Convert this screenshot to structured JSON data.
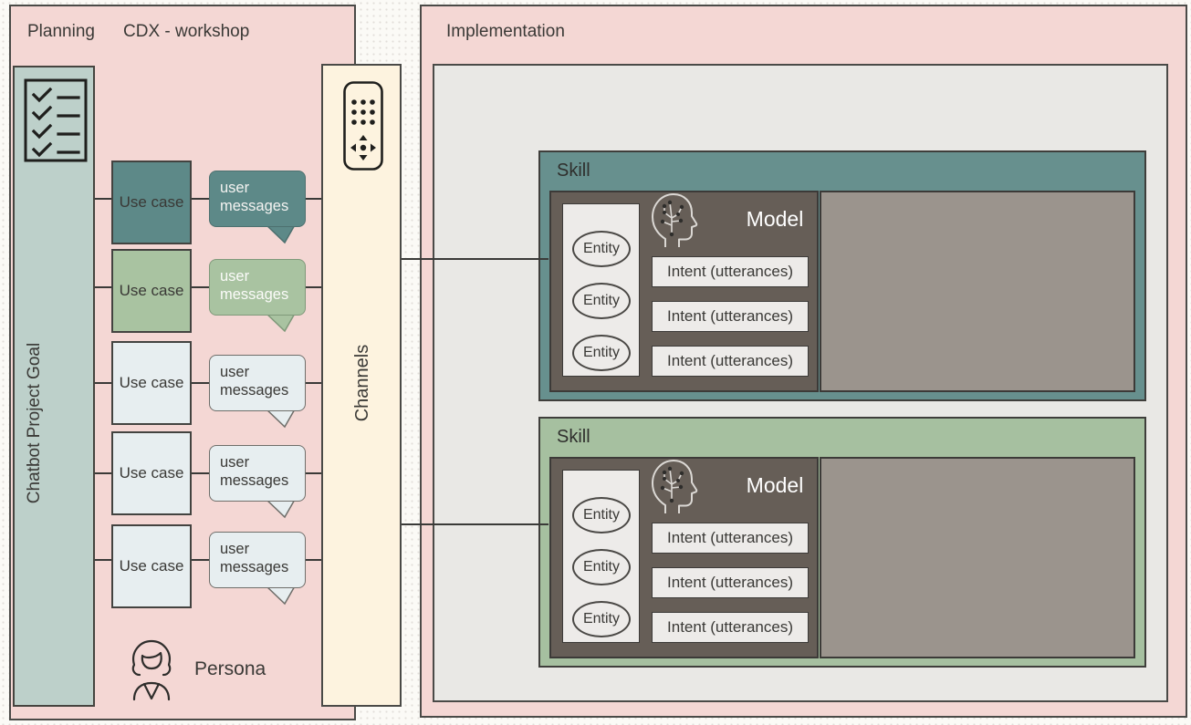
{
  "palette": {
    "page_bg": "#fbfaf6",
    "panel_pink": "#f4d7d4",
    "inner_gray": "#e9e8e5",
    "goal_bar_green": "#bdd0ca",
    "channels_cream": "#fdf3df",
    "teal": "#5d8988",
    "sage_green": "#a9c3a1",
    "light_box": "#e7eef0",
    "model_brown": "#665e57",
    "slot_gray_brown": "#9b948d",
    "entity_fill": "#edebe9",
    "border_dark": "#45443f",
    "text_dark": "#3a3936",
    "text_light": "#ffffff"
  },
  "planning": {
    "title": "Planning",
    "workshop_label": "CDX - workshop",
    "goal_bar": {
      "label": "Chatbot Project Goal",
      "icon": "checklist-icon"
    },
    "rows": [
      {
        "use_case": "Use case",
        "bubble": "user messages",
        "variant": "teal"
      },
      {
        "use_case": "Use case",
        "bubble": "user messages",
        "variant": "green"
      },
      {
        "use_case": "Use case",
        "bubble": "user messages",
        "variant": "light"
      },
      {
        "use_case": "Use case",
        "bubble": "user messages",
        "variant": "light"
      },
      {
        "use_case": "Use case",
        "bubble": "user messages",
        "variant": "light"
      }
    ],
    "persona": {
      "label": "Persona",
      "icon": "persona-icon"
    }
  },
  "channels": {
    "label": "Channels",
    "icon": "keypad-icon"
  },
  "implementation": {
    "title": "Implementation",
    "skills": [
      {
        "label": "Skill",
        "variant": "teal",
        "model": {
          "label": "Model",
          "icon": "ai-head-icon",
          "entities": [
            "Entity",
            "Entity",
            "Entity"
          ],
          "intents": [
            "Intent (utterances)",
            "Intent (utterances)",
            "Intent (utterances)"
          ]
        }
      },
      {
        "label": "Skill",
        "variant": "green",
        "model": {
          "label": "Model",
          "icon": "ai-head-icon",
          "entities": [
            "Entity",
            "Entity",
            "Entity"
          ],
          "intents": [
            "Intent (utterances)",
            "Intent (utterances)",
            "Intent (utterances)"
          ]
        }
      }
    ]
  }
}
